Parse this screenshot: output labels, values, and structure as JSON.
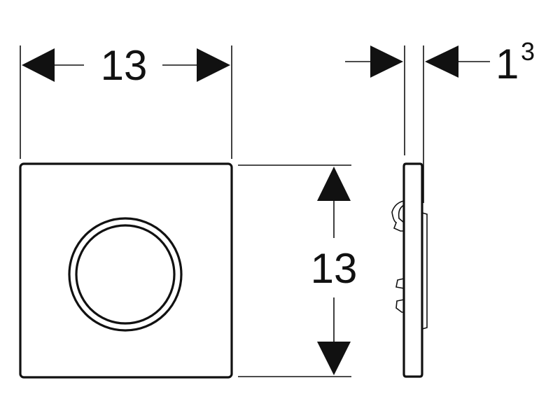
{
  "dimensions": {
    "width": "13",
    "height": "13",
    "depth_base": "1",
    "depth_sup": "3"
  },
  "colors": {
    "line": "#111111",
    "background": "#ffffff"
  }
}
